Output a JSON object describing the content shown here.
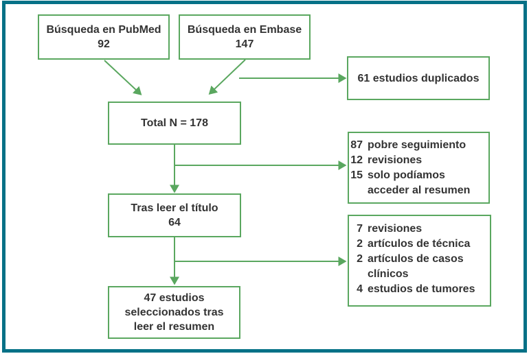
{
  "colors": {
    "panel_border": "#057187",
    "box_border": "#5aa75f",
    "arrow": "#5aa75f",
    "text": "#333333",
    "background": "#ffffff"
  },
  "flowchart": {
    "pubmed": {
      "title": "Búsqueda en PubMed",
      "count": "92"
    },
    "embase": {
      "title": "Búsqueda en Embase",
      "count": "147"
    },
    "duplicates": {
      "text": "61 estudios duplicados"
    },
    "total": {
      "text": "Total N = 178"
    },
    "exclusion_after_total": {
      "items": [
        {
          "n": "87",
          "label": "pobre seguimiento"
        },
        {
          "n": "12",
          "label": "revisiones"
        },
        {
          "n": "15",
          "label": "solo podíamos acceder al resumen"
        }
      ]
    },
    "after_title": {
      "title": "Tras leer el título",
      "count": "64"
    },
    "exclusion_after_title": {
      "items": [
        {
          "n": "7",
          "label": "revisiones"
        },
        {
          "n": "2",
          "label": "artículos de técnica"
        },
        {
          "n": "2",
          "label": "artículos de casos clínicos"
        },
        {
          "n": "4",
          "label": "estudios de tumores"
        }
      ]
    },
    "selected": {
      "line1": "47 estudios",
      "line2": "seleccionados tras",
      "line3": "leer el resumen"
    }
  },
  "edges": [
    {
      "from": "busqueda-pubmed",
      "to": "total"
    },
    {
      "from": "busqueda-embase",
      "to": "total"
    },
    {
      "from": "busqueda-embase",
      "to": "estudios-duplicados"
    },
    {
      "from": "total",
      "to": "exclusion-after-total"
    },
    {
      "from": "total",
      "to": "tras-leer-titulo"
    },
    {
      "from": "tras-leer-titulo",
      "to": "exclusion-after-title"
    },
    {
      "from": "tras-leer-titulo",
      "to": "estudios-seleccionados"
    }
  ]
}
